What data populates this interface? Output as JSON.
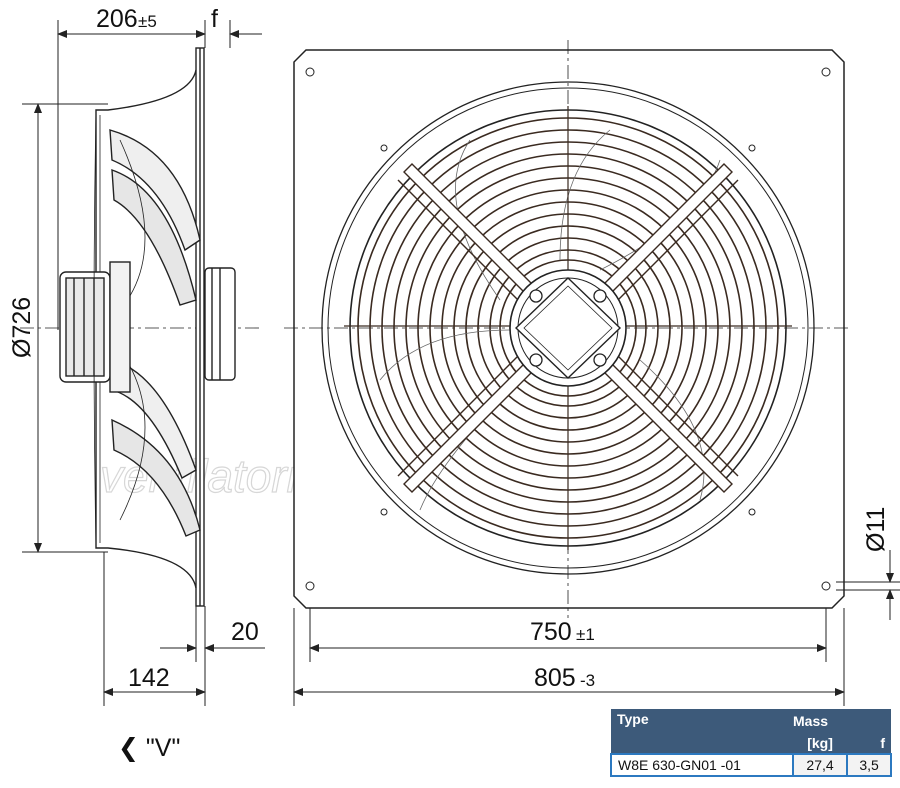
{
  "dimensions": {
    "depth_main": "206",
    "depth_tol": "±5",
    "f_label": "f",
    "diameter_outer": "Ø726",
    "mount_hole": "Ø11",
    "offset_20": "20",
    "depth_142": "142",
    "hole_pitch": "750",
    "hole_pitch_tol": "±1",
    "plate_width": "805",
    "plate_tol": "-3"
  },
  "view_label": "❮ \"V\"",
  "watermark": "ventilatorry.ru",
  "table": {
    "headers": {
      "type": "Type",
      "mass": "Mass",
      "mass_unit": "[kg]",
      "f": "f"
    },
    "rows": [
      {
        "type": "W8E 630-GN01 -01",
        "mass": "27,4",
        "f": "3,5"
      }
    ]
  },
  "colors": {
    "line": "#222222",
    "table_header": "#3d5a7a",
    "table_border": "#2c79c0"
  }
}
